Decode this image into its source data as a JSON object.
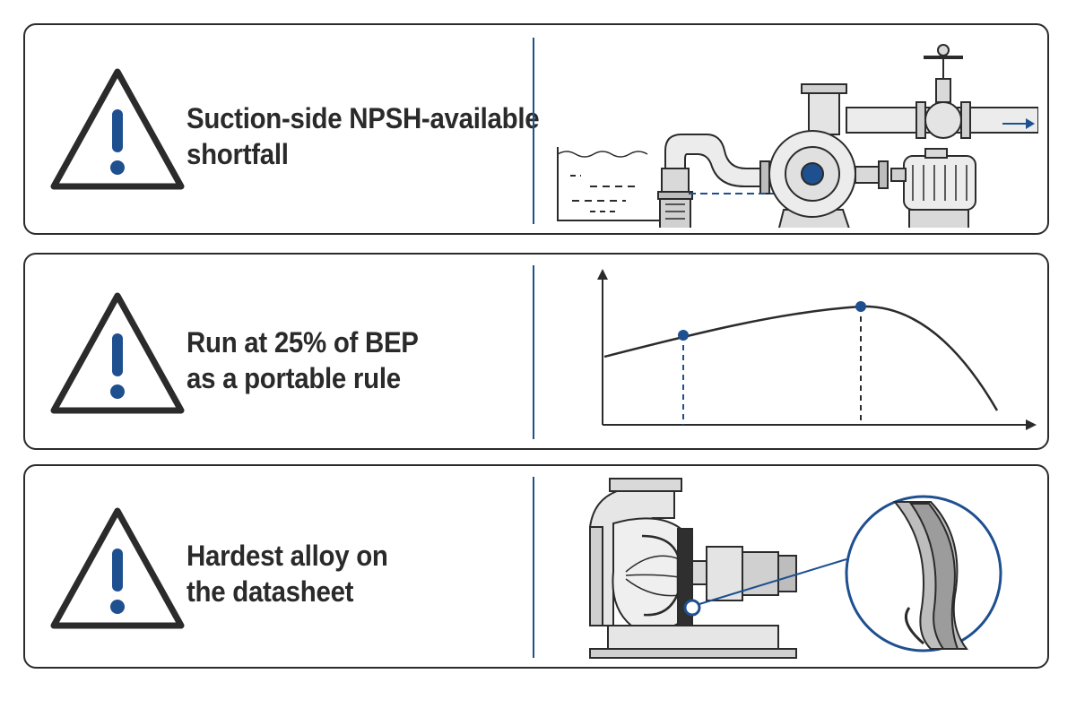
{
  "items": [
    {
      "label_line1": "Suction-side NPSH-available",
      "label_line2": "shortfall",
      "icon": "warning-icon",
      "illustration": "pump-suction-system-diagram"
    },
    {
      "label_line1": "Run at 25% of BEP",
      "label_line2": "as a portable rule",
      "icon": "warning-icon",
      "illustration": "pump-curve-chart"
    },
    {
      "label_line1": "Hardest alloy on",
      "label_line2": "the datasheet",
      "icon": "warning-icon",
      "illustration": "pump-cross-section-with-wear-detail"
    }
  ],
  "colors": {
    "accent": "#1e4f8f",
    "outline": "#2b2b2b",
    "fill_gray": "#d9d9d9"
  }
}
